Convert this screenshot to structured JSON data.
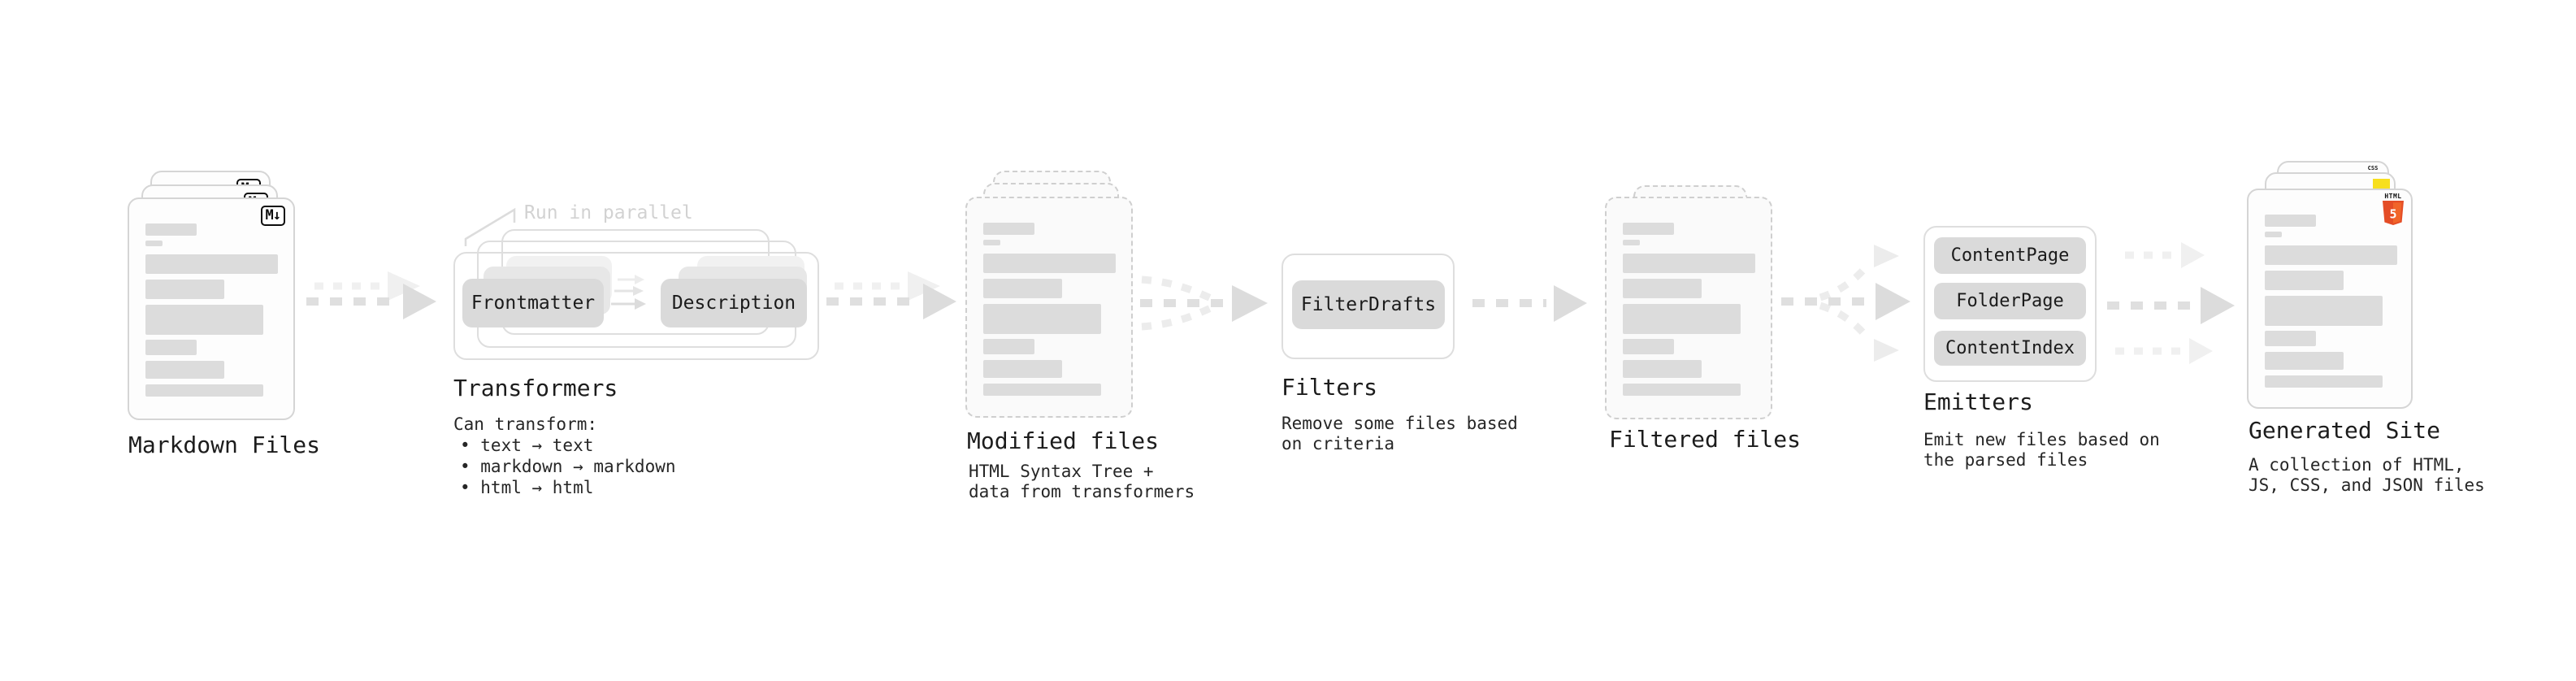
{
  "stations": {
    "markdown_files": {
      "label": "Markdown Files",
      "file_badge": "M↓"
    },
    "transformers": {
      "label": "Transformers",
      "parallel_note": "Run in parallel",
      "input_pill": "Frontmatter",
      "output_pill": "Description",
      "can_transform_title": "Can transform:",
      "bullets": [
        "• text → text",
        "• markdown → markdown",
        "• html → html"
      ]
    },
    "modified_files": {
      "label": "Modified files",
      "description": [
        "HTML Syntax Tree +",
        "data from transformers"
      ]
    },
    "filters": {
      "label": "Filters",
      "pill": "FilterDrafts",
      "description": [
        "Remove some files based",
        "on criteria"
      ]
    },
    "filtered_files": {
      "label": "Filtered files"
    },
    "emitters": {
      "label": "Emitters",
      "pills": [
        "ContentPage",
        "FolderPage",
        "ContentIndex"
      ],
      "description": [
        "Emit new files based on",
        "the parsed files"
      ]
    },
    "generated_site": {
      "label": "Generated Site",
      "description": [
        "A collection of HTML,",
        "JS, CSS, and JSON files"
      ],
      "css_badge_text": "CSS",
      "html_badge_text": "HTML",
      "html_badge_number": "5"
    }
  },
  "colors": {
    "html5_orange": "#e44d26",
    "html5_orange_light": "#f16529",
    "js_yellow": "#f7df1e",
    "css_blue": "#2965f1",
    "arrow_gray": "#dcdcdc",
    "arrow_light_gray": "#f0f0f0",
    "pill_gray": "#dadada",
    "bar_gray": "#dcdcdc",
    "card_border": "#d5d5d5",
    "text_dark": "#1c1c1c",
    "note_gray": "#d2d2d2"
  }
}
